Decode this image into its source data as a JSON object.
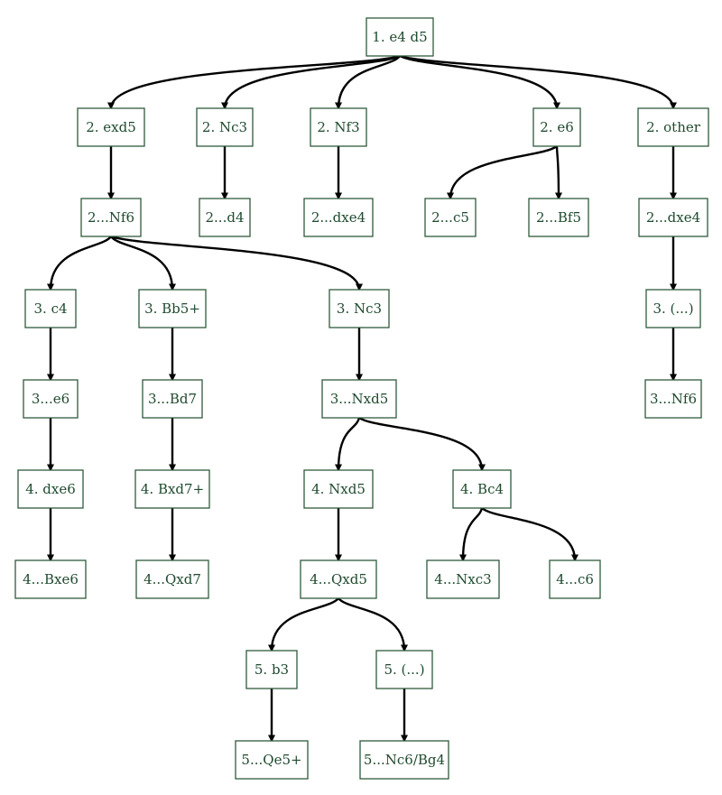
{
  "nodes": [
    {
      "id": "n0",
      "label": "1. e4 d5"
    },
    {
      "id": "n1",
      "label": "2. exd5"
    },
    {
      "id": "n2",
      "label": "2. Nc3"
    },
    {
      "id": "n3",
      "label": "2. Nf3"
    },
    {
      "id": "n4",
      "label": "2. e6"
    },
    {
      "id": "n5",
      "label": "2. other"
    },
    {
      "id": "n6",
      "label": "2...Nf6"
    },
    {
      "id": "n7",
      "label": "2...d4"
    },
    {
      "id": "n8",
      "label": "2...dxe4"
    },
    {
      "id": "n9",
      "label": "2...c5"
    },
    {
      "id": "n10",
      "label": "2...Bf5"
    },
    {
      "id": "n11",
      "label": "2...dxe4"
    },
    {
      "id": "n12",
      "label": "3. c4"
    },
    {
      "id": "n13",
      "label": "3. Bb5+"
    },
    {
      "id": "n14",
      "label": "3. Nc3"
    },
    {
      "id": "n15",
      "label": "3. (...)"
    },
    {
      "id": "n16",
      "label": "3...e6"
    },
    {
      "id": "n17",
      "label": "3...Bd7"
    },
    {
      "id": "n18",
      "label": "3...Nxd5"
    },
    {
      "id": "n19",
      "label": "3...Nf6"
    },
    {
      "id": "n20",
      "label": "4. dxe6"
    },
    {
      "id": "n21",
      "label": "4. Bxd7+"
    },
    {
      "id": "n22",
      "label": "4. Nxd5"
    },
    {
      "id": "n23",
      "label": "4. Bc4"
    },
    {
      "id": "n24",
      "label": "4...Bxe6"
    },
    {
      "id": "n25",
      "label": "4...Qxd7"
    },
    {
      "id": "n26",
      "label": "4...Qxd5"
    },
    {
      "id": "n27",
      "label": "4...Nxc3"
    },
    {
      "id": "n28",
      "label": "4...c6"
    },
    {
      "id": "n29",
      "label": "5. b3"
    },
    {
      "id": "n30",
      "label": "5. (...)"
    },
    {
      "id": "n31",
      "label": "5...Qe5+"
    },
    {
      "id": "n32",
      "label": "5...Nc6/Bg4"
    }
  ],
  "edges": [
    [
      "n0",
      "n1"
    ],
    [
      "n0",
      "n2"
    ],
    [
      "n0",
      "n3"
    ],
    [
      "n0",
      "n4"
    ],
    [
      "n0",
      "n5"
    ],
    [
      "n1",
      "n6"
    ],
    [
      "n2",
      "n7"
    ],
    [
      "n3",
      "n8"
    ],
    [
      "n4",
      "n9"
    ],
    [
      "n4",
      "n10"
    ],
    [
      "n5",
      "n11"
    ],
    [
      "n6",
      "n12"
    ],
    [
      "n6",
      "n13"
    ],
    [
      "n6",
      "n14"
    ],
    [
      "n11",
      "n15"
    ],
    [
      "n12",
      "n16"
    ],
    [
      "n13",
      "n17"
    ],
    [
      "n14",
      "n18"
    ],
    [
      "n15",
      "n19"
    ],
    [
      "n16",
      "n20"
    ],
    [
      "n17",
      "n21"
    ],
    [
      "n18",
      "n22"
    ],
    [
      "n18",
      "n23"
    ],
    [
      "n20",
      "n24"
    ],
    [
      "n21",
      "n25"
    ],
    [
      "n22",
      "n26"
    ],
    [
      "n23",
      "n27"
    ],
    [
      "n23",
      "n28"
    ],
    [
      "n26",
      "n29"
    ],
    [
      "n26",
      "n30"
    ],
    [
      "n29",
      "n31"
    ],
    [
      "n30",
      "n32"
    ]
  ],
  "colors": {
    "node_border": "#2f5a3c",
    "node_text": "#1f4a2e",
    "edge": "#000000"
  }
}
